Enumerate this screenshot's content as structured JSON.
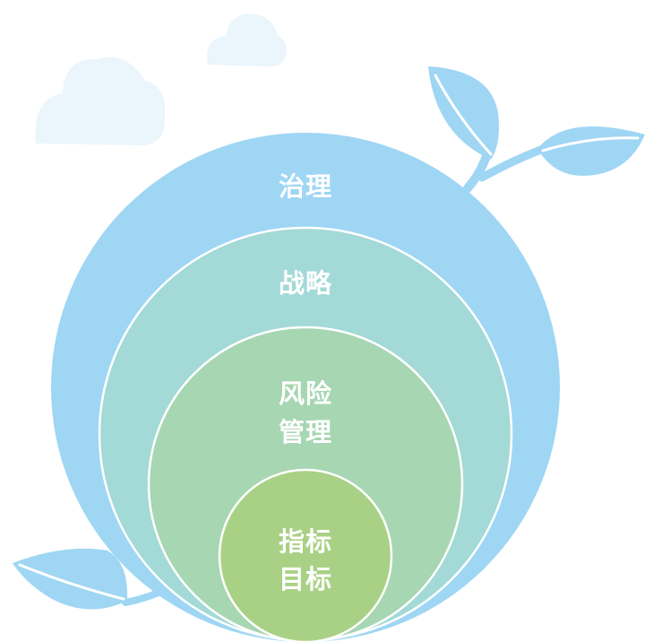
{
  "diagram": {
    "type": "nested-circles",
    "layers": [
      {
        "lines": [
          "治理"
        ],
        "color": "#9fd6f4"
      },
      {
        "lines": [
          "战略"
        ],
        "color": "#a3d9d7"
      },
      {
        "lines": [
          "风险",
          "管理"
        ],
        "color": "#a7d6b2"
      },
      {
        "lines": [
          "指标",
          "目标"
        ],
        "color": "#a9d185"
      }
    ]
  },
  "colors": {
    "cloud": "#eaf5fc",
    "leaf": "#9fd6f4",
    "ring_stroke": "#ffffff",
    "text": "#ffffff"
  }
}
